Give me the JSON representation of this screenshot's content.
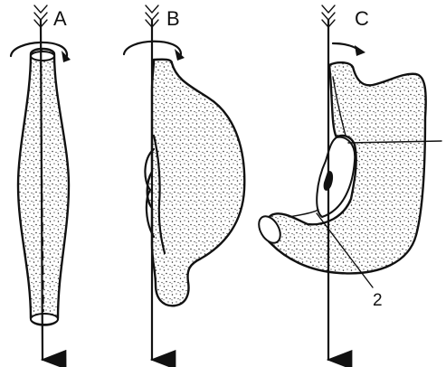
{
  "diagram": {
    "panels": [
      {
        "id": "A",
        "label": "A"
      },
      {
        "id": "B",
        "label": "B"
      },
      {
        "id": "C",
        "label": "C"
      }
    ],
    "callout": {
      "label": "2"
    }
  },
  "colors": {
    "ink": "#111111",
    "background": "#ffffff"
  }
}
